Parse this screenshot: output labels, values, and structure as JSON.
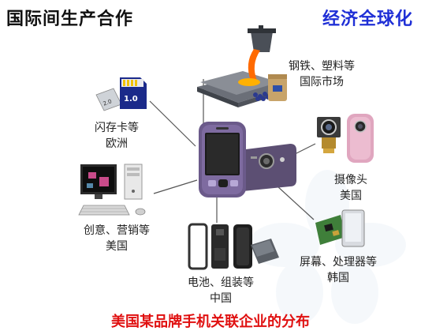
{
  "header": {
    "left_title": "国际间生产合作",
    "right_title": "经济全球化"
  },
  "center": {
    "icon": "smartphone-icon"
  },
  "nodes": [
    {
      "id": "steel",
      "icon": "steel-plastic-icon",
      "line1": "钢铁、塑料等",
      "line2": "国际市场"
    },
    {
      "id": "memory",
      "icon": "memory-card-icon",
      "line1": "闪存卡等",
      "line2": "欧洲"
    },
    {
      "id": "camera",
      "icon": "camera-module-icon",
      "line1": "摄像头",
      "line2": "美国"
    },
    {
      "id": "design",
      "icon": "computer-icon",
      "line1": "创意、营销等",
      "line2": "美国"
    },
    {
      "id": "screen",
      "icon": "screen-processor-icon",
      "line1": "屏幕、处理器等",
      "line2": "韩国"
    },
    {
      "id": "battery",
      "icon": "battery-housing-icon",
      "line1": "电池、组装等",
      "line2": "中国"
    }
  ],
  "footer": {
    "caption": "美国某品牌手机关联企业的分布"
  },
  "colors": {
    "title_right": "#1f2fd6",
    "caption": "#e01010",
    "phone_body": "#6b5a8a",
    "molten_metal": "#ff6a00"
  }
}
